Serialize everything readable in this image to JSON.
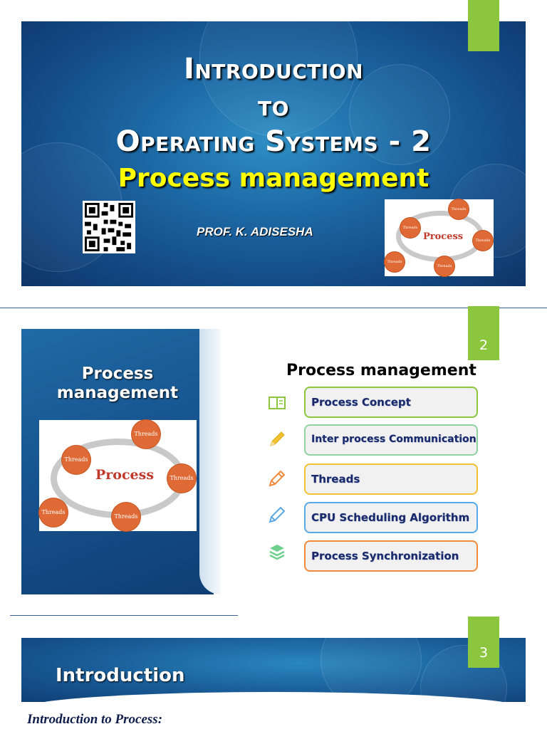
{
  "slide1": {
    "title_line1": "Introduction",
    "title_line2": "to",
    "title_line3": "Operating Systems - 2",
    "subtitle": "Process management",
    "author": "PROF. K. ADISESHA",
    "diagram": {
      "center_label": "Process",
      "node_label": "Threads"
    }
  },
  "slide2": {
    "page_number": "2",
    "left_title": "Process management",
    "heading": "Process management",
    "diagram": {
      "center_label": "Process",
      "node_labels": [
        "Threads",
        "Threads",
        "Threads",
        "Threads",
        "Threads"
      ]
    },
    "items": [
      {
        "label": "Process Concept",
        "icon": "book-icon",
        "color": "#8cc63f"
      },
      {
        "label": "Inter process Communication",
        "icon": "pencil-icon",
        "color": "#8fd3a0"
      },
      {
        "label": "Threads",
        "icon": "pen-icon",
        "color": "#f2c230"
      },
      {
        "label": "CPU Scheduling Algorithm",
        "icon": "pen-outline-icon",
        "color": "#5aa8e6"
      },
      {
        "label": "Process Synchronization",
        "icon": "stack-icon",
        "color": "#f08a3c"
      }
    ]
  },
  "slide3": {
    "page_number": "3",
    "title": "Introduction",
    "subtitle": "Introduction to Process:"
  },
  "colors": {
    "accent_green": "#8cc63f",
    "slide_blue": "#1d6aa6",
    "title_yellow": "#ffff00",
    "thread_orange": "#e06a35"
  }
}
